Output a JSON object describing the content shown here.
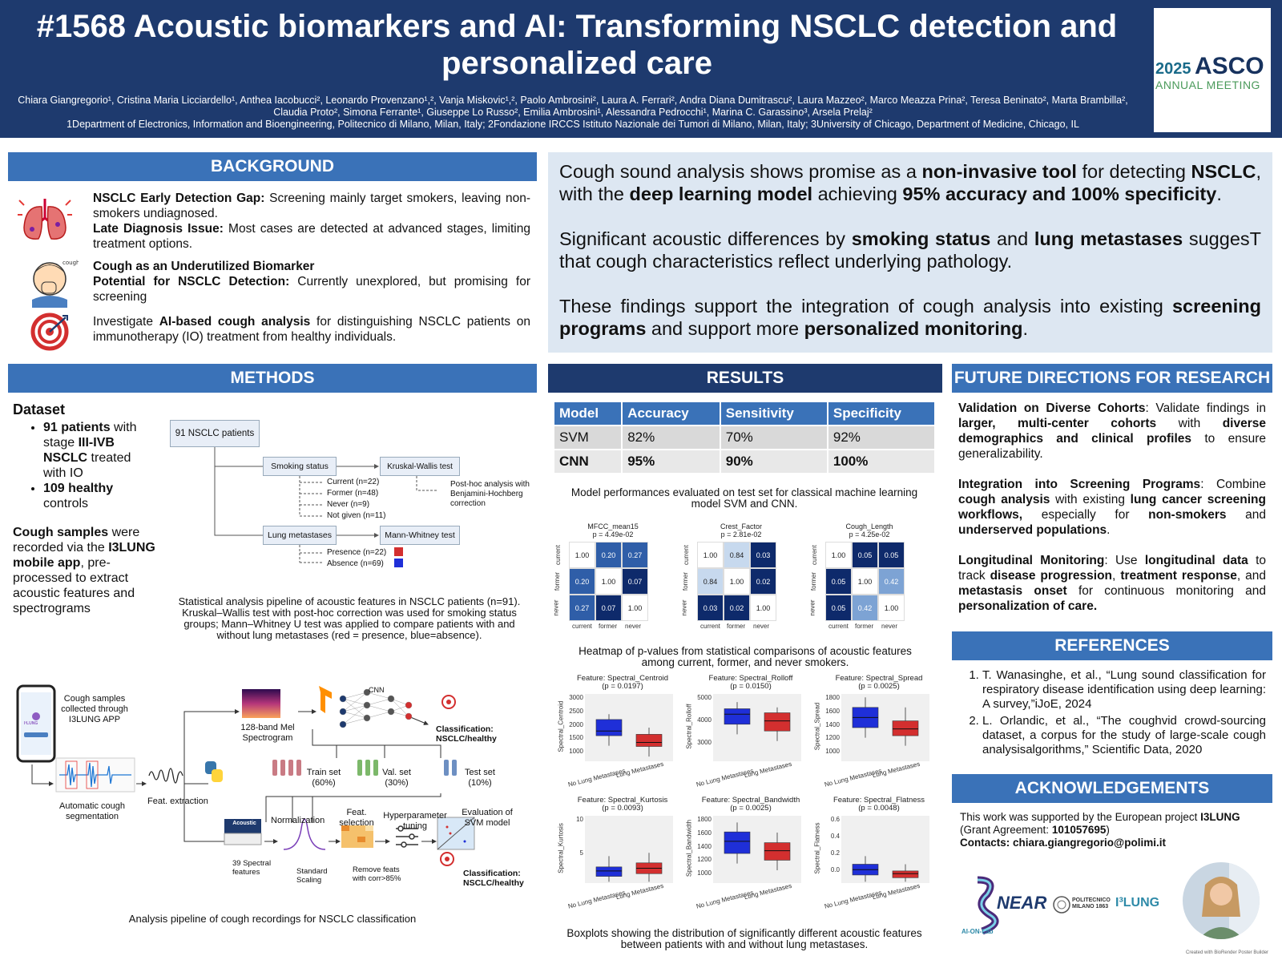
{
  "header": {
    "title": "#1568 Acoustic biomarkers and AI: Transforming NSCLC detection and personalized care",
    "authors": "Chiara Giangregorio¹, Cristina Maria Licciardello¹, Anthea Iacobucci², Leonardo Provenzano¹,², Vanja Miskovic¹,², Paolo Ambrosini², Laura A. Ferrari², Andra Diana Dumitrascu², Laura Mazzeo², Marco Meazza Prina², Teresa Beninato², Marta Brambilla², Claudia Proto², Simona Ferrante¹, Giuseppe Lo Russo², Emilia Ambrosini¹, Alessandra Pedrocchi¹, Marina C. Garassino³, Arsela Prelaj²",
    "affiliations": "1Department of Electronics, Information and Bioengineering, Politecnico di Milano, Milan, Italy; 2Fondazione IRCCS Istituto Nazionale dei Tumori di Milano, Milan, Italy; 3University of Chicago, Department of Medicine, Chicago, IL",
    "logo_year": "2025",
    "logo_name": "ASCO",
    "logo_sub": "ANNUAL MEETING"
  },
  "background": {
    "heading": "BACKGROUND",
    "item1_b1": "NSCLC Early Detection Gap:",
    "item1_t1": " Screening mainly target smokers, leaving non-smokers undiagnosed.",
    "item1_b2": "Late Diagnosis Issue:",
    "item1_t2": " Most cases are detected at advanced stages, limiting treatment options.",
    "item2_b1": "Cough as an Underutilized Biomarker",
    "item2_b2": "Potential for NSCLC Detection:",
    "item2_t2": " Currently unexplored, but promising for screening",
    "item3_t1": "Investigate ",
    "item3_b1": "AI-based cough analysis",
    "item3_t2": " for distinguishing NSCLC patients on immunotherapy (IO) treatment from healthy individuals."
  },
  "conclusions": {
    "p1_a": "Cough sound analysis shows promise as a ",
    "p1_b": "non-invasive tool",
    "p1_c": " for detecting ",
    "p1_d": "NSCLC",
    "p1_e": ", with the ",
    "p1_f": "deep learning model",
    "p1_g": " achieving ",
    "p1_h": "95% accuracy and 100% specificity",
    "p1_i": ".",
    "p2_a": "Significant acoustic differences by ",
    "p2_b": "smoking status",
    "p2_c": " and ",
    "p2_d": "lung metastases",
    "p2_e": " suggesT that cough characteristics reflect underlying pathology.",
    "p3_a": "These findings support the integration of cough analysis into existing ",
    "p3_b": "screening programs",
    "p3_c": " and support more ",
    "p3_d": "personalized monitoring",
    "p3_e": "."
  },
  "methods": {
    "heading": "METHODS",
    "dataset_label": "Dataset",
    "b1_bold": "91 patients",
    "b1_t1": " with stage ",
    "b1_bold2": "III-IVB NSCLC",
    "b1_t2": " treated with IO",
    "b2_bold": "109 healthy",
    "b2_t": " controls",
    "cough_b1": "Cough samples",
    "cough_t1": " were recorded via the ",
    "cough_b2": "I3LUNG mobile app",
    "cough_t2": ", pre-processed to extract acoustic features and spectrograms",
    "flow": {
      "patients": "91 NSCLC patients",
      "smoking": "Smoking status",
      "kw": "Kruskal-Wallis test",
      "posthoc": "Post-hoc analysis with Benjamini-Hochberg correction",
      "current": "Current (n=22)",
      "former": "Former (n=48)",
      "never": "Never (n=9)",
      "notgiven": "Not given (n=11)",
      "lungmet": "Lung metastases",
      "mw": "Mann-Whitney test",
      "presence": "Presence (n=22)",
      "absence": "Absence (n=69)"
    },
    "flow_caption": "Statistical analysis pipeline of acoustic features in NSCLC patients (n=91). Kruskal–Wallis test with post-hoc correction was used for smoking status groups; Mann–Whitney U test was applied to compare patients with and without lung metastases (red = presence, blue=absence).",
    "pipe": {
      "cough_samples": "Cough samples collected through I3LUNG APP",
      "auto_seg": "Automatic cough segmentation",
      "feat_extr": "Feat. extraction",
      "mel": "128-band Mel Spectrogram",
      "cnn": "CNN",
      "class1": "Classification: NSCLC/healthy",
      "train": "Train set (60%)",
      "val": "Val. set (30%)",
      "test": "Test set (10%)",
      "acoustic": "Acoustic",
      "spectral": "39 Spectral features",
      "norm": "Normalization",
      "std": "Standard Scaling",
      "featsel": "Feat. selection",
      "remove": "Remove feats with corr>85%",
      "hyper": "Hyperparameter tuning",
      "eval": "Evaluation of SVM model",
      "class2": "Classification: NSCLC/healthy",
      "phone_brand": "I³LUNG"
    },
    "pipe_caption": "Analysis pipeline of cough recordings for NSCLC classification"
  },
  "results": {
    "heading": "RESULTS",
    "table": {
      "headers": [
        "Model",
        "Accuracy",
        "Sensitivity",
        "Specificity"
      ],
      "rows": [
        [
          "SVM",
          "82%",
          "70%",
          "92%"
        ],
        [
          "CNN",
          "95%",
          "90%",
          "100%"
        ]
      ]
    },
    "table_caption": "Model performances evaluated on test set for classical machine learning model SVM and CNN.",
    "heatmaps": [
      {
        "title": "MFCC_mean15",
        "p": "p = 4.49e-02",
        "vals": [
          [
            "1.00",
            "0.20",
            "0.27"
          ],
          [
            "0.20",
            "1.00",
            "0.07"
          ],
          [
            "0.27",
            "0.07",
            "1.00"
          ]
        ]
      },
      {
        "title": "Crest_Factor",
        "p": "p = 2.81e-02",
        "vals": [
          [
            "1.00",
            "0.84",
            "0.03"
          ],
          [
            "0.84",
            "1.00",
            "0.02"
          ],
          [
            "0.03",
            "0.02",
            "1.00"
          ]
        ]
      },
      {
        "title": "Cough_Length",
        "p": "p = 4.25e-02",
        "vals": [
          [
            "1.00",
            "0.05",
            "0.05"
          ],
          [
            "0.05",
            "1.00",
            "0.42"
          ],
          [
            "0.05",
            "0.42",
            "1.00"
          ]
        ]
      }
    ],
    "heat_labels": [
      "current",
      "former",
      "never"
    ],
    "heat_caption": "Heatmap of p-values from statistical comparisons of acoustic features among current, former, and never smokers.",
    "boxplots": [
      {
        "title": "Feature: Spectral_Centroid",
        "p": "(p = 0.0197)",
        "ylabel": "Spectral_Centroid",
        "ticks": [
          "3000",
          "2500",
          "2000",
          "1500",
          "1000"
        ]
      },
      {
        "title": "Feature: Spectral_Rolloff",
        "p": "(p = 0.0150)",
        "ylabel": "Spectral_Rolloff",
        "ticks": [
          "5000",
          "4000",
          "3000"
        ]
      },
      {
        "title": "Feature: Spectral_Spread",
        "p": "(p = 0.0025)",
        "ylabel": "Spectral_Spread",
        "ticks": [
          "1800",
          "1600",
          "1400",
          "1200",
          "1000"
        ]
      },
      {
        "title": "Feature: Spectral_Kurtosis",
        "p": "(p = 0.0093)",
        "ylabel": "Spectral_Kurtosis",
        "ticks": [
          "10",
          "5"
        ]
      },
      {
        "title": "Feature: Spectral_Bandwidth",
        "p": "(p = 0.0025)",
        "ylabel": "Spectral_Bandwidth",
        "ticks": [
          "1800",
          "1600",
          "1400",
          "1200",
          "1000"
        ]
      },
      {
        "title": "Feature: Spectral_Flatness",
        "p": "(p = 0.0048)",
        "ylabel": "Spectral_Flatness",
        "ticks": [
          "0.6",
          "0.4",
          "0.2",
          "0.0"
        ]
      }
    ],
    "box_x1": "No Lung Metastases",
    "box_x2": "Lung Metastases",
    "box_caption": "Boxplots showing the distribution of significantly different acoustic features between patients with and without lung metastases."
  },
  "future": {
    "heading": "FUTURE DIRECTIONS FOR RESEARCH",
    "f1_b": "Validation on Diverse Cohorts",
    "f1_t1": ": Validate findings in ",
    "f1_b2": "larger, multi-center cohorts",
    "f1_t2": " with ",
    "f1_b3": "diverse demographics and clinical profiles",
    "f1_t3": " to ensure generalizability.",
    "f2_b": "Integration into Screening Programs",
    "f2_t1": ": Combine ",
    "f2_b2": "cough analysis",
    "f2_t2": " with existing ",
    "f2_b3": "lung cancer screening workflows,",
    "f2_t3": " especially for ",
    "f2_b4": "non-smokers",
    "f2_t4": " and ",
    "f2_b5": "underserved populations",
    "f2_t5": ".",
    "f3_b": "Longitudinal Monitoring",
    "f3_t1": ": Use ",
    "f3_b2": "longitudinal data",
    "f3_t2": " to track ",
    "f3_b3": "disease progression",
    "f3_t3": ", ",
    "f3_b4": "treatment response",
    "f3_t4": ", and ",
    "f3_b5": "metastasis onset",
    "f3_t5": " for continuous monitoring and ",
    "f3_b6": "personalization of care."
  },
  "references": {
    "heading": "REFERENCES",
    "items": [
      "T. Wanasinghe, et al., “Lung sound classification for respiratory disease identification using deep learning: A survey,”iJoE, 2024",
      "L. Orlandic, et al., “The coughvid crowd-sourcing dataset, a corpus for the study of large-scale cough analysisalgorithms,” Scientific Data, 2020"
    ]
  },
  "ack": {
    "heading": "ACKNOWLEDGEMENTS",
    "t1": "This work was supported by the European project ",
    "b1": "I3LUNG",
    "t2": " (Grant Agreement: ",
    "b2": "101057695",
    "t3": ")",
    "contacts": "Contacts: chiara.giangregorio@polimi.it"
  },
  "logos": {
    "nearlab": "NEAR",
    "polimi": "POLITECNICO MILANO 1863",
    "ilung": "I³LUNG",
    "aion": "AI-ON-Lab",
    "credit": "Created with BioRender Poster Builder"
  },
  "colors": {
    "header": "#1e3a6e",
    "section": "#3a72b8",
    "conclusion_bg": "#dde7f2",
    "red": "#d32f2f",
    "blue": "#1f2fd8"
  }
}
